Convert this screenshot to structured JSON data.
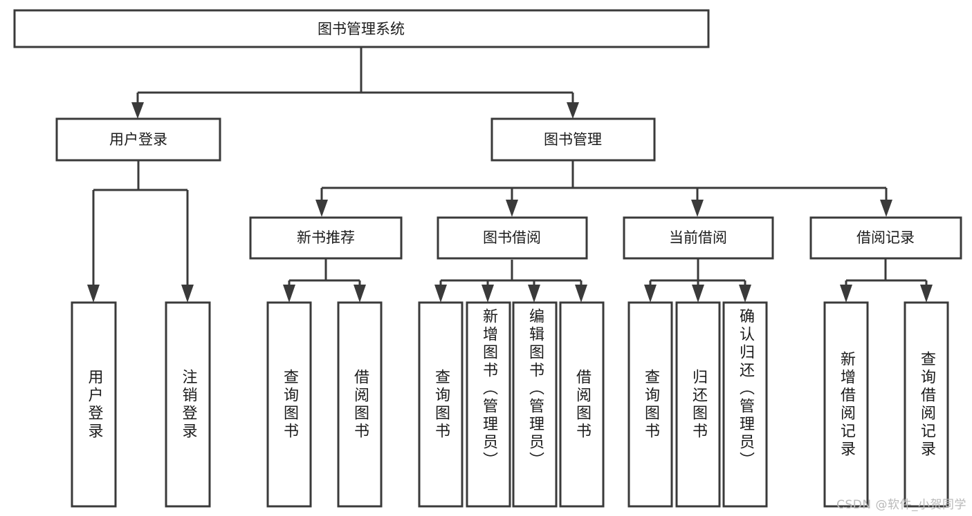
{
  "diagram": {
    "type": "tree",
    "title": "图书管理系统",
    "watermark": "CSDN @软件_小贺同学",
    "colors": {
      "box_stroke": "#3a3a3a",
      "box_fill": "#ffffff",
      "text": "#1b1b1b",
      "background": "#ffffff",
      "watermark": "#b9b9b9"
    },
    "root": {
      "label": "图书管理系统"
    },
    "level2": [
      {
        "label": "用户登录"
      },
      {
        "label": "图书管理"
      }
    ],
    "level3": [
      {
        "label": "新书推荐"
      },
      {
        "label": "图书借阅"
      },
      {
        "label": "当前借阅"
      },
      {
        "label": "借阅记录"
      }
    ],
    "leaves": {
      "user_login": [
        {
          "label": "用户登录"
        },
        {
          "label": "注销登录"
        }
      ],
      "new_book_recommend": [
        {
          "label": "查询图书"
        },
        {
          "label": "借阅图书"
        }
      ],
      "book_borrow": [
        {
          "label": "查询图书"
        },
        {
          "label": "新增图书（管理员）"
        },
        {
          "label": "编辑图书（管理员）"
        },
        {
          "label": "借阅图书"
        }
      ],
      "current_borrow": [
        {
          "label": "查询图书"
        },
        {
          "label": "归还图书"
        },
        {
          "label": "确认归还（管理员）"
        }
      ],
      "borrow_record": [
        {
          "label": "新增借阅记录"
        },
        {
          "label": "查询借阅记录"
        }
      ]
    }
  }
}
